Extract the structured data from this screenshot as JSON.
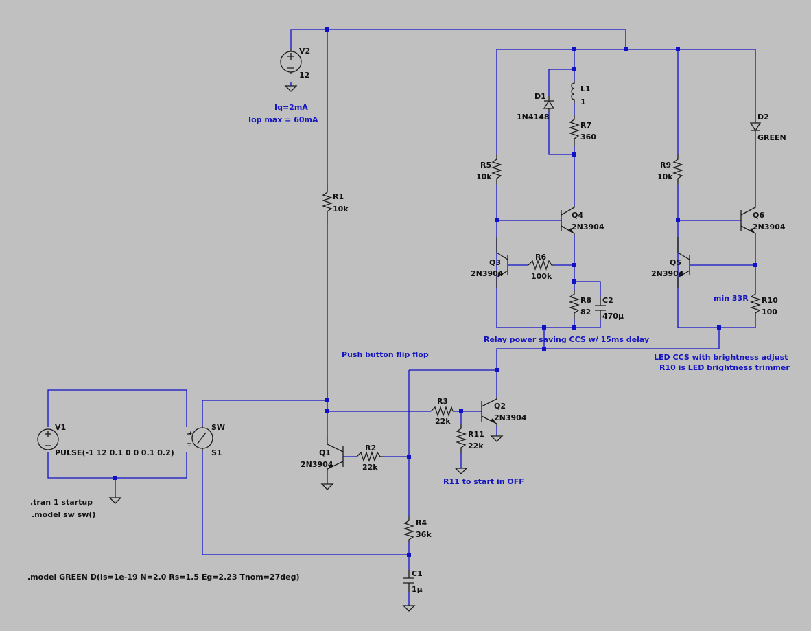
{
  "colors": {
    "background": "#c0c0c0",
    "wire": "#1010c8",
    "component": "#1a1a1a",
    "note_text": "#1515c0"
  },
  "components": {
    "V1": {
      "name": "V1",
      "value": "PULSE(-1 12 0.1 0 0 0.1 0.2)"
    },
    "V2": {
      "name": "V2",
      "value": "12"
    },
    "S1": {
      "name": "S1",
      "model": "SW"
    },
    "R1": {
      "name": "R1",
      "value": "10k"
    },
    "R2": {
      "name": "R2",
      "value": "22k"
    },
    "R3": {
      "name": "R3",
      "value": "22k"
    },
    "R4": {
      "name": "R4",
      "value": "36k"
    },
    "R5": {
      "name": "R5",
      "value": "10k"
    },
    "R6": {
      "name": "R6",
      "value": "100k"
    },
    "R7": {
      "name": "R7",
      "value": "360"
    },
    "R8": {
      "name": "R8",
      "value": "82"
    },
    "R9": {
      "name": "R9",
      "value": "10k"
    },
    "R10": {
      "name": "R10",
      "value": "100"
    },
    "R11": {
      "name": "R11",
      "value": "22k"
    },
    "C1": {
      "name": "C1",
      "value": "1µ"
    },
    "C2": {
      "name": "C2",
      "value": "470µ"
    },
    "L1": {
      "name": "L1",
      "value": "1"
    },
    "D1": {
      "name": "D1",
      "value": "1N4148"
    },
    "D2": {
      "name": "D2",
      "value": "GREEN"
    },
    "Q1": {
      "name": "Q1",
      "value": "2N3904"
    },
    "Q2": {
      "name": "Q2",
      "value": "2N3904"
    },
    "Q3": {
      "name": "Q3",
      "value": "2N3904"
    },
    "Q4": {
      "name": "Q4",
      "value": "2N3904"
    },
    "Q5": {
      "name": "Q5",
      "value": "2N3904"
    },
    "Q6": {
      "name": "Q6",
      "value": "2N3904"
    }
  },
  "notes": {
    "iq": "Iq=2mA",
    "iop": "Iop max = 60mA",
    "flipflop": "Push button flip flop",
    "relay_ccs": "Relay power saving CCS w/ 15ms delay",
    "led_ccs_1": "LED CCS with brightness adjust",
    "led_ccs_2": "R10 is LED brightness trimmer",
    "min_r10": "min 33R",
    "r11_note": "R11 to start in OFF"
  },
  "directives": {
    "tran": ".tran 1 startup",
    "model_sw": ".model sw sw()",
    "model_green": ".model GREEN D(Is=1e-19 N=2.0 Rs=1.5 Eg=2.23 Tnom=27deg)"
  }
}
